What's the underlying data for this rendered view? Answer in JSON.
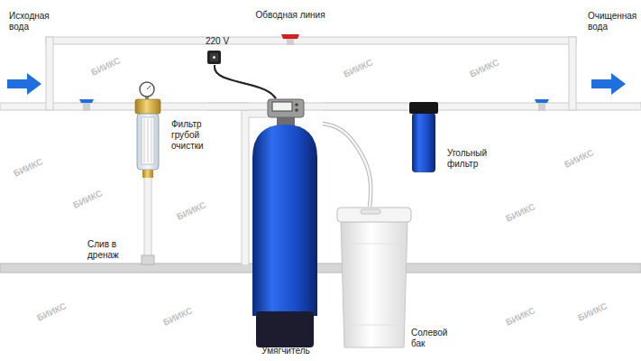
{
  "diagram": {
    "nodes": [
      {
        "text": [
          "Фильтр грубой очистки"
        ]
      },
      {
        "text": [
          "220 V"
        ]
      },
      {
        "text": [
          "Умягчитель"
        ]
      },
      {
        "text": [
          "Солевой бак"
        ]
      },
      {
        "text": [
          "Угольный фильтр"
        ]
      }
    ],
    "edges": [
      {
        "from": 0,
        "to": 2,
        "arrow": "none"
      },
      {
        "from": 1,
        "to": 2,
        "arrow": "none"
      },
      {
        "from": 3,
        "to": 2,
        "arrow": "none"
      },
      {
        "from": 2,
        "to": 4,
        "arrow": "none"
      }
    ],
    "labels": [
      "Исходная вода",
      "Обводная линия",
      "Очищенная вода",
      "Слив в дренаж",
      "БИИКС",
      "БИИКС",
      "БИИКС",
      "БИИКС",
      "БИИКС",
      "БИИКС",
      "БИИКС",
      "БИИКС",
      "БИИКС",
      "БИИКС",
      "БИИКС",
      "БИИКС"
    ]
  }
}
